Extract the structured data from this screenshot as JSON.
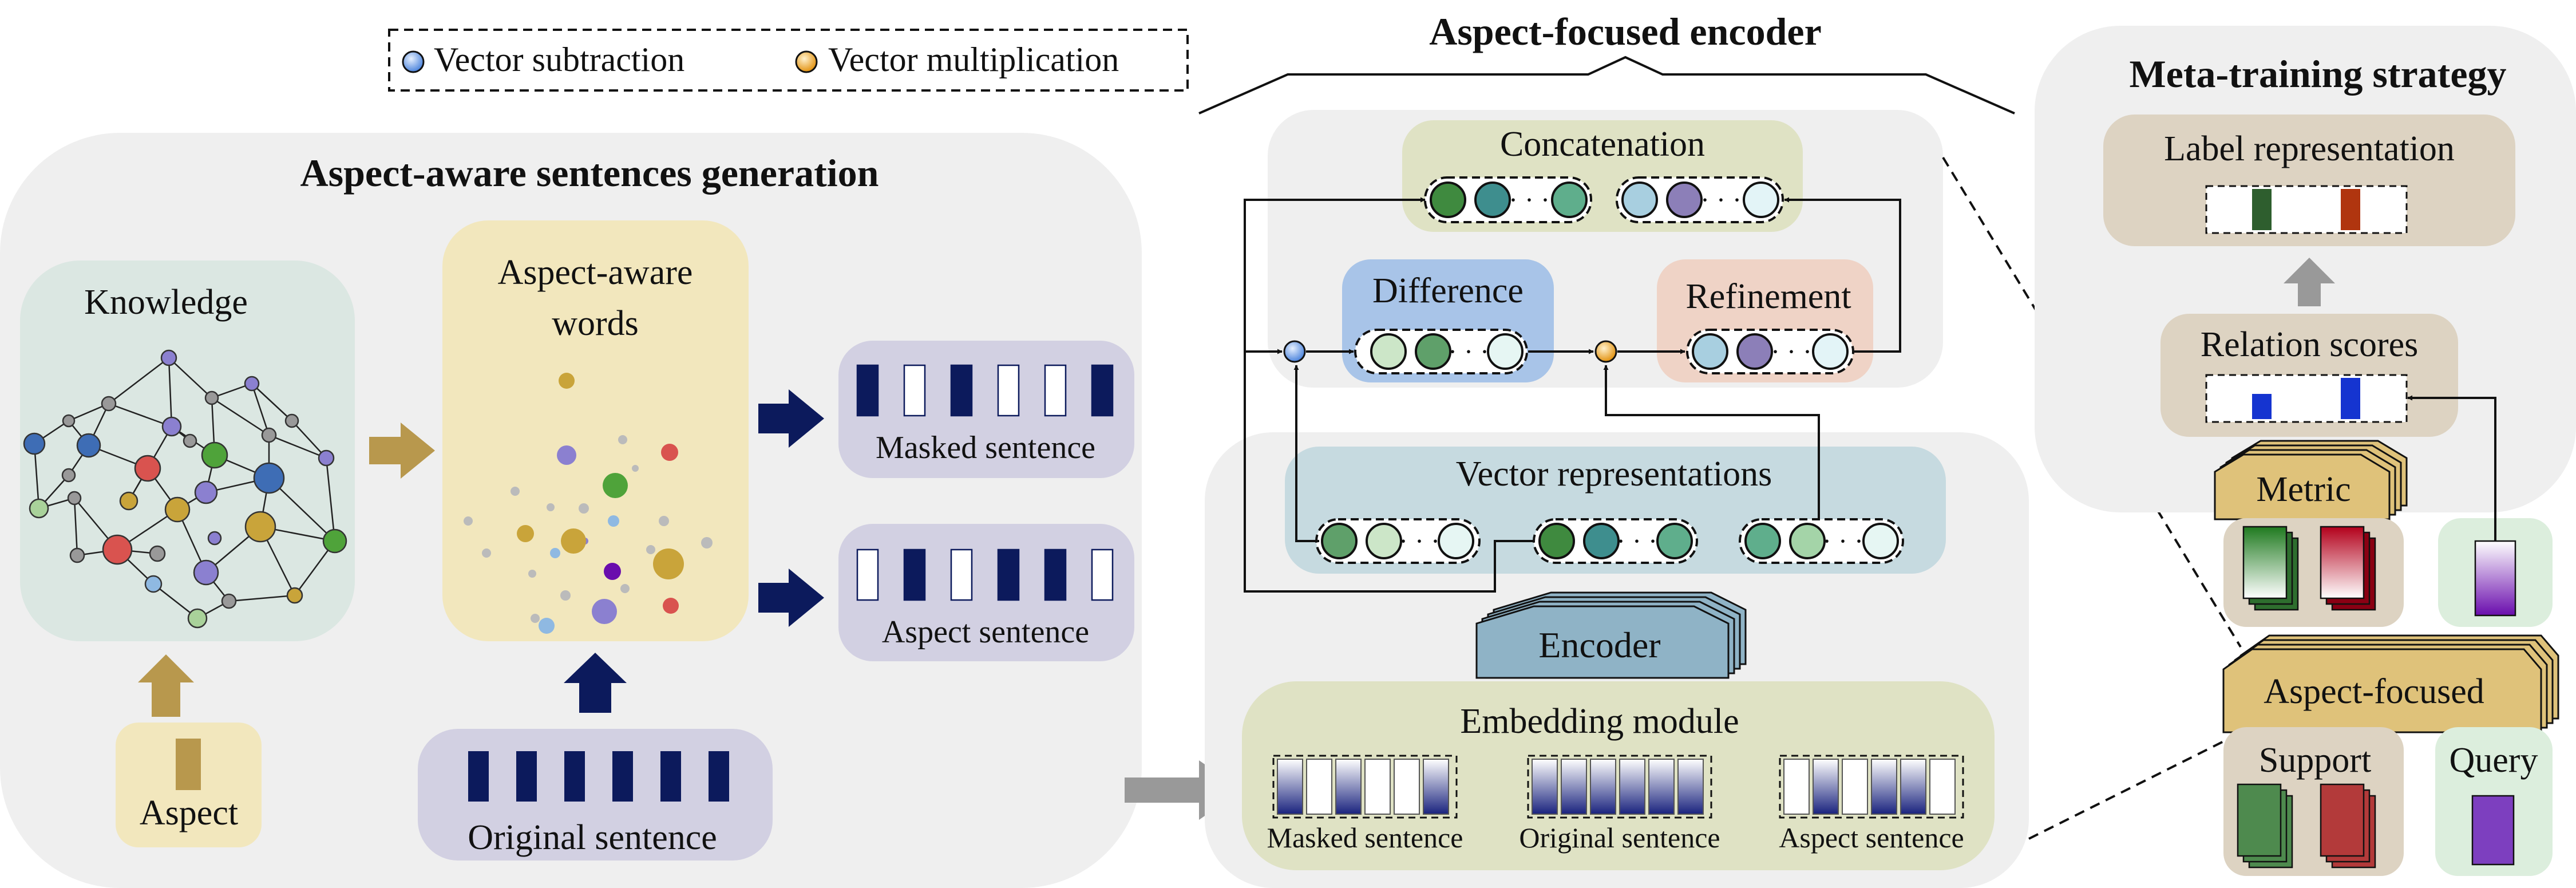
{
  "legend": {
    "subtraction": "Vector subtraction",
    "multiplication": "Vector multiplication"
  },
  "titles": {
    "generation": "Aspect-aware sentences generation",
    "encoder": "Aspect-focused encoder",
    "meta": "Meta-training strategy"
  },
  "generation": {
    "knowledge": "Knowledge",
    "aspect": "Aspect",
    "aspect_words_line1": "Aspect-aware",
    "aspect_words_line2": "words",
    "original": "Original sentence",
    "masked": "Masked sentence",
    "aspect_sentence": "Aspect sentence"
  },
  "encoder": {
    "concatenation": "Concatenation",
    "difference": "Difference",
    "refinement": "Refinement",
    "vector_representations": "Vector representations",
    "encoder": "Encoder",
    "embedding_module": "Embedding module",
    "embed_masked": "Masked sentence",
    "embed_original": "Original sentence",
    "embed_aspect": "Aspect sentence",
    "ellipsis": "· · ·"
  },
  "meta": {
    "label_representation": "Label representation",
    "relation_scores": "Relation scores",
    "metric": "Metric",
    "aspect_focused": "Aspect-focused",
    "support": "Support",
    "query": "Query"
  },
  "colors": {
    "panel_gray": "#efefef",
    "knowledge_bg": "#dbe7e2",
    "yellow_bg": "#f2e7bd",
    "lavender_bg": "#d2d0e2",
    "olive_bg": "#dfe2c4",
    "blue_bg": "#a8c4e8",
    "peach_bg": "#efd3c6",
    "teal_bg": "#c6dae0",
    "tan_bg": "#ddd3c2",
    "mint_bg": "#dceedd",
    "gold": "#b8984d",
    "navy": "#0c1a5c",
    "steel": "#8fb3c6",
    "arrow_gray": "#999999"
  }
}
